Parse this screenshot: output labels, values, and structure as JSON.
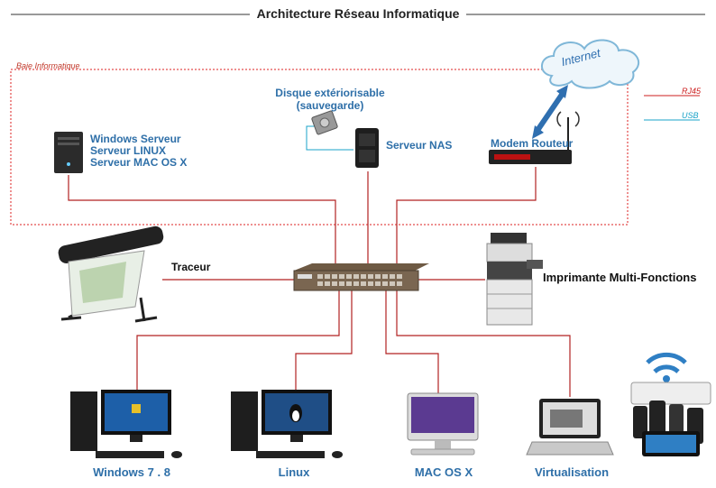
{
  "title": "Architecture Réseau Informatique",
  "rack_label": "Baie Informatique",
  "internet_label": "Internet",
  "legend": {
    "rj45": "RJ45",
    "usb": "USB",
    "rj45_color": "#cc1f1f",
    "usb_color": "#1aa3c8"
  },
  "servers": {
    "line1": "Windows Serveur",
    "line2": "Serveur LINUX",
    "line3": "Serveur MAC OS X"
  },
  "disk": {
    "line1": "Disque extériorisable",
    "line2": "(sauvegarde)"
  },
  "nas_label": "Serveur NAS",
  "router_label": "Modem Routeur",
  "plotter_label": "Traceur",
  "mfp_label": "Imprimante Multi-Fonctions",
  "clients": {
    "windows": "Windows 7 . 8",
    "linux": "Linux",
    "mac": "MAC OS X",
    "virt": "Virtualisation"
  },
  "colors": {
    "link": "#b22222",
    "label_blue": "#2e6fa8"
  }
}
